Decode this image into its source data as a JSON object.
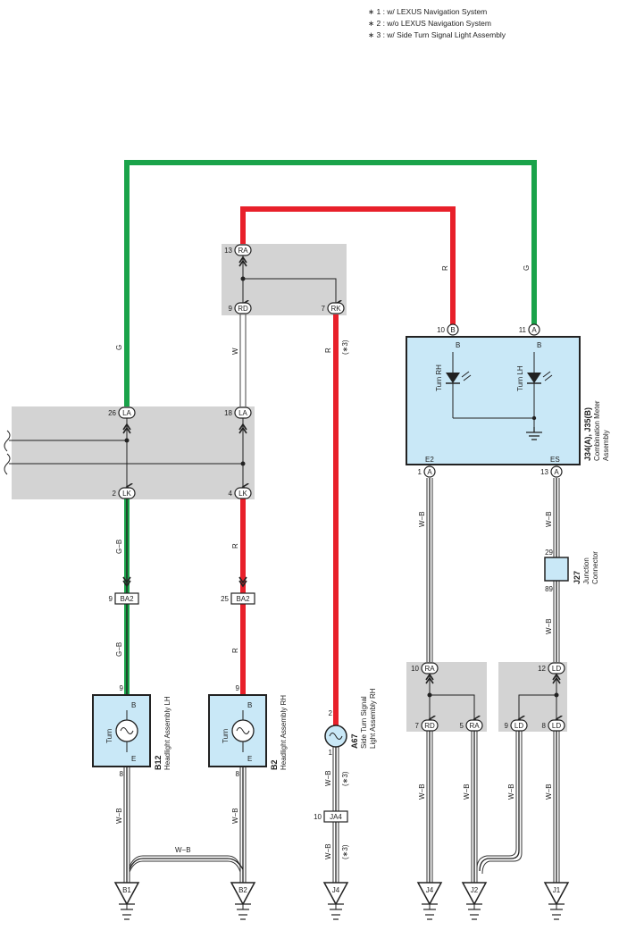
{
  "legend": [
    "∗ 1 : w/ LEXUS Navigation System",
    "∗ 2 : w/o LEXUS Navigation System",
    "∗ 3 : w/ Side Turn Signal Light Assembly"
  ],
  "wire_colors": {
    "G": "G",
    "R": "R",
    "W": "W",
    "GB": "G−B",
    "WB": "W−B",
    "note3": "(∗3)"
  },
  "top_box": {
    "pin_ra": "13",
    "ra": "RA",
    "pin_rd": "9",
    "rd": "RD",
    "pin_rk": "7",
    "rk": "RK"
  },
  "left_box": {
    "pin_la1": "26",
    "la1": "LA",
    "pin_la2": "18",
    "la2": "LA",
    "pin_lk1": "2",
    "lk1": "LK",
    "pin_lk2": "4",
    "lk2": "LK"
  },
  "combination_meter": {
    "code": "J34(A), J35(B)",
    "name_line1": "Combination Meter",
    "name_line2": "Assembly",
    "pin_b": "10",
    "b": "B",
    "pin_a_top": "11",
    "a_top": "A",
    "label_b1": "B",
    "label_b2": "B",
    "turn_rh": "Turn RH",
    "turn_lh": "Turn LH",
    "e2": "E2",
    "es": "ES",
    "pin_e2": "1",
    "e2_conn": "A",
    "pin_es": "13",
    "es_conn": "A"
  },
  "ba2_left": {
    "pin": "9",
    "label": "BA2"
  },
  "ba2_right": {
    "pin": "25",
    "label": "BA2"
  },
  "headlight_lh": {
    "code": "B12",
    "name": "Headlight Assembly LH",
    "pin_b": "9",
    "b": "B",
    "pin_e": "8",
    "e": "E",
    "turn": "Turn"
  },
  "headlight_rh": {
    "code": "B2",
    "name": "Headlight Assembly RH",
    "pin_b": "9",
    "b": "B",
    "pin_e": "8",
    "e": "E",
    "turn": "Turn"
  },
  "side_turn": {
    "code": "A67",
    "name_line1": "Side Turn Signal",
    "name_line2": "Light Assembly RH",
    "pin_top": "2",
    "pin_bot": "1"
  },
  "ja4": {
    "pin": "10",
    "label": "JA4"
  },
  "junction": {
    "code": "J27",
    "name_line1": "Junction",
    "name_line2": "Connector",
    "pin_top": "29",
    "pin_bot": "89"
  },
  "bottom_left_box": {
    "pin_ra": "10",
    "ra": "RA",
    "pin_rd": "7",
    "rd": "RD",
    "pin_ra2": "5",
    "ra2": "RA"
  },
  "bottom_right_box": {
    "pin_ld": "12",
    "ld": "LD",
    "pin_ld2": "9",
    "ld2": "LD",
    "pin_ld3": "8",
    "ld3": "LD"
  },
  "grounds": [
    "B1",
    "B2",
    "J4",
    "J4",
    "J2",
    "J1"
  ],
  "colors": {
    "green": "#1aa34a",
    "red": "#e8202a",
    "box_gray": "#d3d3d3",
    "comp_blue": "#c9e8f7"
  }
}
